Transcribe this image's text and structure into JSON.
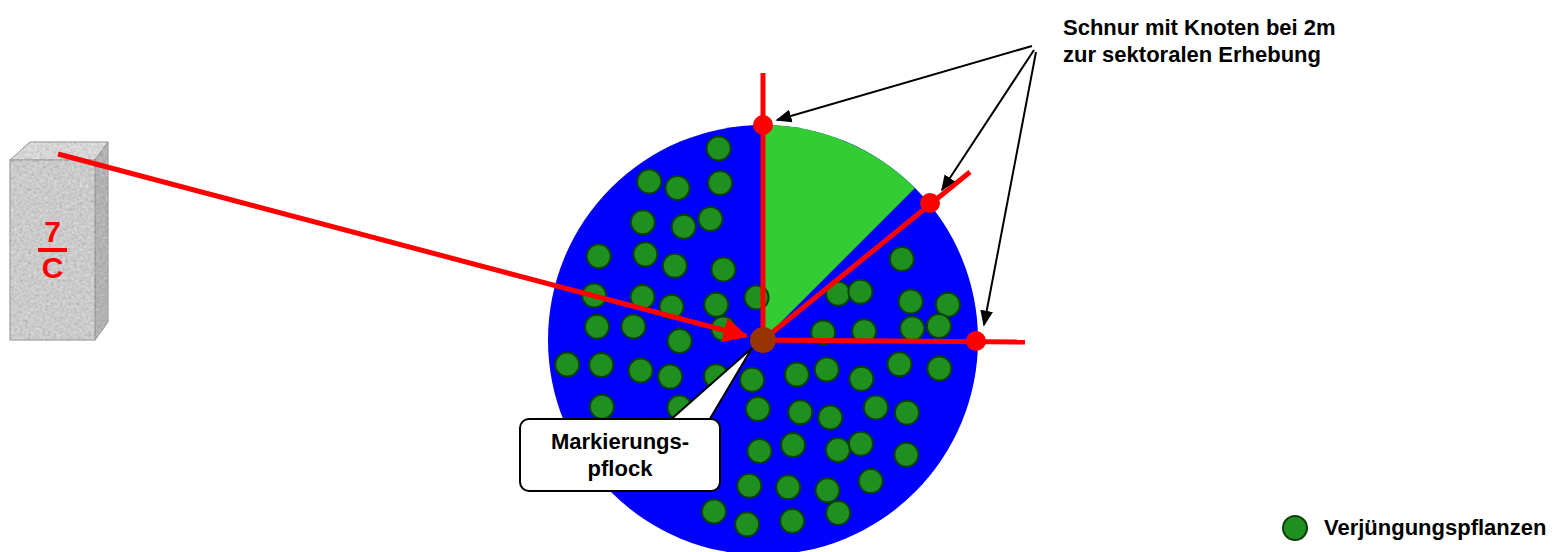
{
  "diagram": {
    "nodes": [
      {
        "text": [
          "7",
          "C"
        ]
      },
      {
        "text": [
          "Markierungs- pflock"
        ]
      }
    ],
    "labels": [
      "Schnur mit Knoten bei 2m zur sektoralen Erhebung"
    ],
    "legend": [
      {
        "text": "Verjüngungspflanzen",
        "color": "#1f8f1f"
      }
    ]
  }
}
